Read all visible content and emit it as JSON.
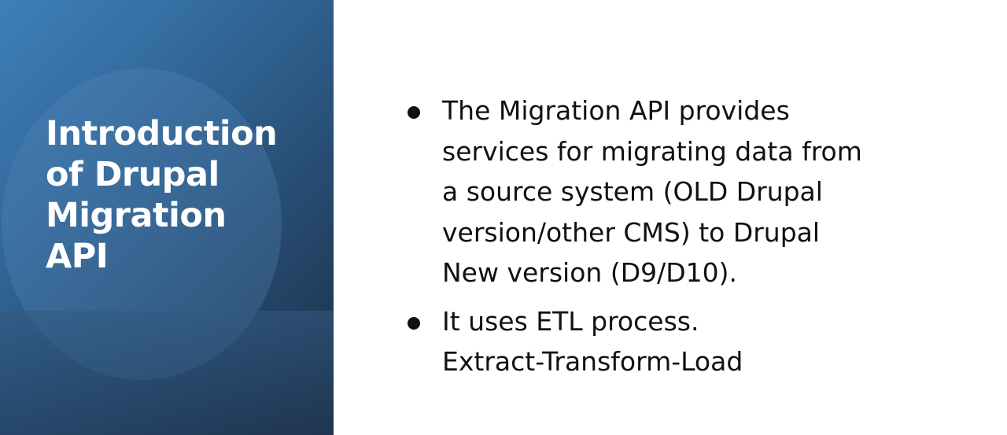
{
  "slide": {
    "title": "Introduction\nof Drupal\nMigration\nAPI",
    "bullets": [
      {
        "text": "The Migration API provides\nservices for migrating data from\na source system (OLD Drupal\nversion/other CMS) to Drupal\nNew version (D9/D10)."
      },
      {
        "text": "It uses ETL process.\nExtract-Transform-Load"
      }
    ]
  },
  "colors": {
    "panel_top_left": "#3e7fb9",
    "panel_bottom_right": "#1b2d44",
    "title_text": "#ffffff",
    "body_text": "#111111",
    "background": "#ffffff"
  },
  "icons": {
    "bullet": "filled-circle-bullet"
  }
}
